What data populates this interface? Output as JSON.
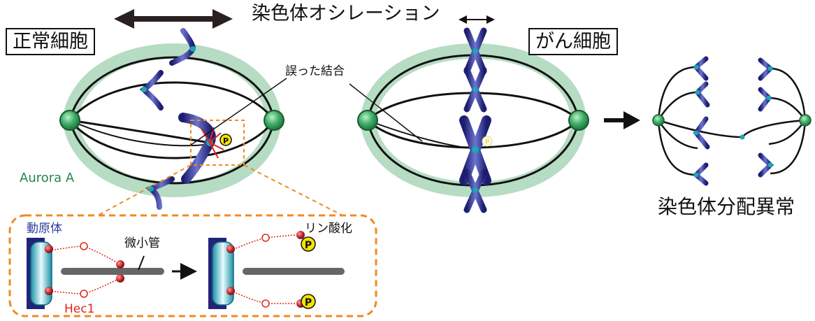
{
  "labels": {
    "title": "染色体オシレーション",
    "normal_cell": "正常細胞",
    "cancer_cell": "がん細胞",
    "wrong_attachment": "誤った結合",
    "aurora_a": "Aurora A",
    "chromosome_missegregation": "染色体分配異常",
    "kinetochore": "動原体",
    "microtubule": "微小管",
    "phosphorylation": "リン酸化",
    "hec1": "Hec1",
    "phospho_symbol": "P"
  },
  "colors": {
    "spindle_green": "#2e9a52",
    "pole_green": "#3fae66",
    "chromosome_blue": "#2e2f8f",
    "kinetochore_teal": "#1ba6b8",
    "hec1_red": "#e0251b",
    "zoom_orange": "#f08a24",
    "phospho_yellow": "#f5e400",
    "microtubule_gray": "#666666"
  },
  "icons": [
    "double-arrow-icon",
    "right-arrow-icon",
    "phospho-marker-icon"
  ]
}
